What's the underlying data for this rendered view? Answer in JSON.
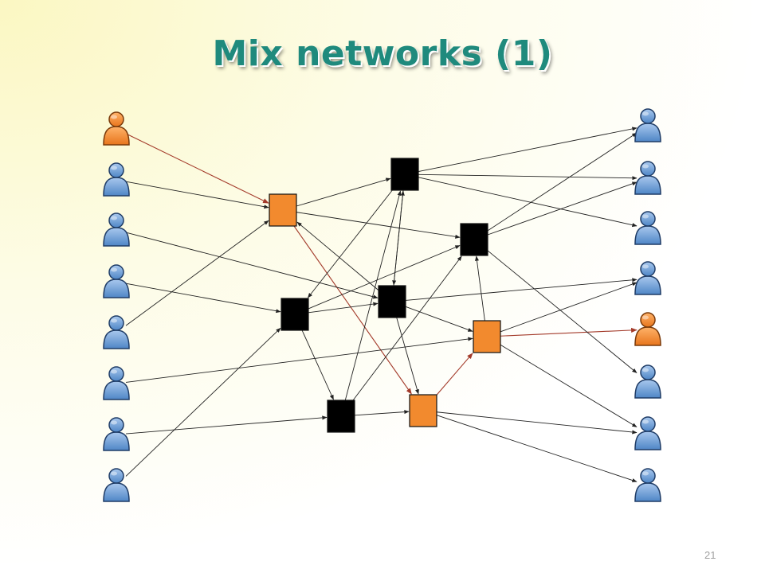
{
  "slide": {
    "title": "Mix networks (1)",
    "page_number": "21"
  },
  "colors": {
    "title": "#1f8a7d",
    "user_blue": "#6e9fd6",
    "user_orange": "#f08a2c",
    "mix_black": "#000000",
    "mix_orange": "#f28a2e",
    "edge_default": "#222222",
    "edge_highlight": "#a33a2a"
  },
  "diagram": {
    "senders": [
      {
        "id": "s1",
        "color": "orange"
      },
      {
        "id": "s2",
        "color": "blue"
      },
      {
        "id": "s3",
        "color": "blue"
      },
      {
        "id": "s4",
        "color": "blue"
      },
      {
        "id": "s5",
        "color": "blue"
      },
      {
        "id": "s6",
        "color": "blue"
      },
      {
        "id": "s7",
        "color": "blue"
      },
      {
        "id": "s8",
        "color": "blue"
      }
    ],
    "receivers": [
      {
        "id": "r1",
        "color": "blue"
      },
      {
        "id": "r2",
        "color": "blue"
      },
      {
        "id": "r3",
        "color": "blue"
      },
      {
        "id": "r4",
        "color": "blue"
      },
      {
        "id": "r5",
        "color": "orange"
      },
      {
        "id": "r6",
        "color": "blue"
      },
      {
        "id": "r7",
        "color": "blue"
      },
      {
        "id": "r8",
        "color": "blue"
      }
    ],
    "mixes": [
      {
        "id": "M1",
        "color": "orange"
      },
      {
        "id": "M2",
        "color": "black"
      },
      {
        "id": "M3",
        "color": "black"
      },
      {
        "id": "M4",
        "color": "black"
      },
      {
        "id": "M5",
        "color": "black"
      },
      {
        "id": "M6",
        "color": "orange"
      },
      {
        "id": "M7",
        "color": "black"
      },
      {
        "id": "M8",
        "color": "orange"
      }
    ],
    "edges": [
      {
        "from": "s1",
        "to": "M1",
        "highlight": true
      },
      {
        "from": "M1",
        "to": "M8",
        "highlight": true
      },
      {
        "from": "M8",
        "to": "M6",
        "highlight": true
      },
      {
        "from": "M6",
        "to": "r5",
        "highlight": true
      },
      {
        "from": "s2",
        "to": "M1",
        "highlight": false
      },
      {
        "from": "s3",
        "to": "M5",
        "highlight": false
      },
      {
        "from": "s4",
        "to": "M4",
        "highlight": false
      },
      {
        "from": "s5",
        "to": "M1",
        "highlight": false
      },
      {
        "from": "s6",
        "to": "M6",
        "highlight": false
      },
      {
        "from": "s7",
        "to": "M7",
        "highlight": false
      },
      {
        "from": "s8",
        "to": "M4",
        "highlight": false
      },
      {
        "from": "M1",
        "to": "M2",
        "highlight": false
      },
      {
        "from": "M1",
        "to": "M3",
        "highlight": false
      },
      {
        "from": "M2",
        "to": "r1",
        "highlight": false
      },
      {
        "from": "M2",
        "to": "r2",
        "highlight": false
      },
      {
        "from": "M2",
        "to": "r3",
        "highlight": false
      },
      {
        "from": "M2",
        "to": "M4",
        "highlight": false
      },
      {
        "from": "M2",
        "to": "M5",
        "highlight": false
      },
      {
        "from": "M3",
        "to": "r1",
        "highlight": false
      },
      {
        "from": "M3",
        "to": "r2",
        "highlight": false
      },
      {
        "from": "M3",
        "to": "r6",
        "highlight": false
      },
      {
        "from": "M4",
        "to": "M5",
        "highlight": false
      },
      {
        "from": "M4",
        "to": "M3",
        "highlight": false
      },
      {
        "from": "M4",
        "to": "M7",
        "highlight": false
      },
      {
        "from": "M5",
        "to": "M1",
        "highlight": false
      },
      {
        "from": "M5",
        "to": "M2",
        "highlight": false
      },
      {
        "from": "M5",
        "to": "r4",
        "highlight": false
      },
      {
        "from": "M5",
        "to": "M6",
        "highlight": false
      },
      {
        "from": "M5",
        "to": "M8",
        "highlight": false
      },
      {
        "from": "M6",
        "to": "r4",
        "highlight": false
      },
      {
        "from": "M6",
        "to": "r7",
        "highlight": false
      },
      {
        "from": "M6",
        "to": "M3",
        "highlight": false
      },
      {
        "from": "M7",
        "to": "M2",
        "highlight": false
      },
      {
        "from": "M7",
        "to": "M3",
        "highlight": false
      },
      {
        "from": "M7",
        "to": "M8",
        "highlight": false
      },
      {
        "from": "M8",
        "to": "r7",
        "highlight": false
      },
      {
        "from": "M8",
        "to": "r8",
        "highlight": false
      }
    ]
  }
}
